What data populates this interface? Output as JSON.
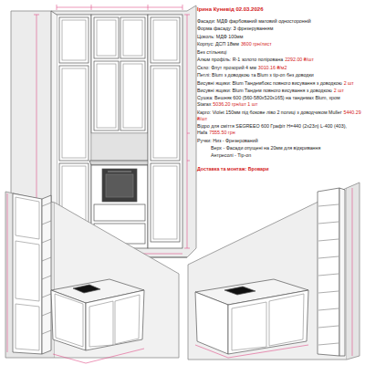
{
  "diagram": {
    "title": "Ірина Куневід 02.03.2026",
    "labels": [
      "Фасади: МДФ фарбований матовий односторонній",
      "Форма фасаду: З фрезеруванням",
      "Цоколь: МДФ 100мм",
      "Корпус: ДСП 18мм",
      "3600 грн/лист",
      "Без стільниці",
      "Алюм профіль: R-1 золото полірована",
      "2292.00 ₴/шт",
      "Скло: Флут прозорий 4 мм",
      "3010.16 ₴/м2",
      "Петлі: Blum з доводкою та Blum з tip-on без доводки",
      "Висувні ящики: Blum Тандембокс повного висування з доводкою",
      "2 шт",
      "Висувні ящики: Blum Тандем повного висування з доводкою",
      "2 шт",
      "Сушка: Вешняк 600 (560-580х520х165) на тандемах Blum, хром Starax",
      "5036.20 грн/шт 1 шт",
      "Карго: Violet 150мм під бокове ліво 2 полиці з доводчиком Muller",
      "5440.29 ₴/шт",
      "Відро для сміття SEGREEO 600 Графіт Н=440 (2х23л) L-400 (403), Hafa",
      "7555.50 грн",
      "Ручки: Низ - Фрезерований",
      "Верх - Фасади опущені на 20мм для відкривання",
      "Антресолі - Tip-on",
      "Доставка та монтаж: Бровари"
    ]
  }
}
